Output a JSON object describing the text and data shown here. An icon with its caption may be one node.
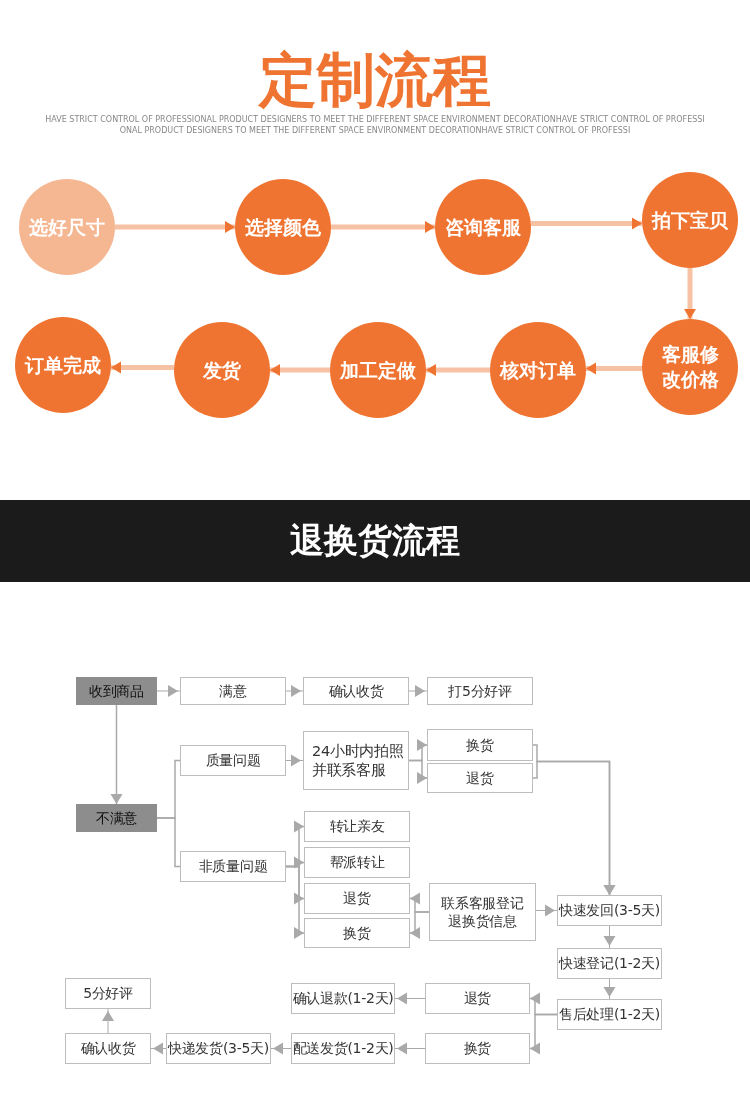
{
  "diagram": {
    "title": "定制流程",
    "nodes": [
      {
        "text": [
          "选好尺寸"
        ]
      },
      {
        "text": [
          "选择颜色"
        ]
      },
      {
        "text": [
          "咨询客服"
        ]
      },
      {
        "text": [
          "拍下宝贝"
        ]
      },
      {
        "text": [
          "客服修改价格"
        ]
      },
      {
        "text": [
          "核对订单"
        ]
      },
      {
        "text": [
          "加工定做"
        ]
      },
      {
        "text": [
          "发货"
        ]
      },
      {
        "text": [
          "订单完成"
        ]
      },
      {
        "text": [
          "收到商品"
        ]
      },
      {
        "text": [
          "满意"
        ]
      },
      {
        "text": [
          "确认收货"
        ]
      },
      {
        "text": [
          "打5分好评"
        ]
      },
      {
        "text": [
          "不满意"
        ]
      },
      {
        "text": [
          "质量问题"
        ]
      },
      {
        "text": [
          "非质量问题"
        ]
      },
      {
        "text": [
          "24小时内拍照并联系客服"
        ]
      },
      {
        "text": [
          "换货"
        ]
      },
      {
        "text": [
          "退货"
        ]
      },
      {
        "text": [
          "转让亲友"
        ]
      },
      {
        "text": [
          "帮派转让"
        ]
      },
      {
        "text": [
          "退货"
        ]
      },
      {
        "text": [
          "换货"
        ]
      },
      {
        "text": [
          "联系客服登记退换货信息"
        ]
      },
      {
        "text": [
          "快速发回(3-5天)"
        ]
      },
      {
        "text": [
          "快速登记(1-2天)"
        ]
      },
      {
        "text": [
          "售后处理(1-2天)"
        ]
      },
      {
        "text": [
          "退货"
        ]
      },
      {
        "text": [
          "换货"
        ]
      },
      {
        "text": [
          "确认退款(1-2天)"
        ]
      },
      {
        "text": [
          "配送发货(1-2天)"
        ]
      },
      {
        "text": [
          "快递发货(3-5天)"
        ]
      },
      {
        "text": [
          "确认收货"
        ]
      },
      {
        "text": [
          "5分好评"
        ]
      }
    ],
    "edges": [
      {
        "from": 0,
        "to": 1,
        "arrow": "to",
        "style": "thick",
        "color": "#f7c2a3"
      },
      {
        "from": 1,
        "to": 2,
        "arrow": "to",
        "style": "thick",
        "color": "#f7c2a3"
      },
      {
        "from": 2,
        "to": 3,
        "arrow": "to",
        "style": "thick",
        "color": "#f7c2a3"
      },
      {
        "from": 3,
        "to": 4,
        "arrow": "to",
        "style": "thick",
        "color": "#f7c2a3"
      },
      {
        "from": 4,
        "to": 5,
        "arrow": "to",
        "style": "thick",
        "color": "#f7c2a3"
      },
      {
        "from": 5,
        "to": 6,
        "arrow": "to",
        "style": "thick",
        "color": "#f7c2a3"
      },
      {
        "from": 6,
        "to": 7,
        "arrow": "to",
        "style": "thick",
        "color": "#f7c2a3"
      },
      {
        "from": 7,
        "to": 8,
        "arrow": "to",
        "style": "thick",
        "color": "#f7c2a3"
      },
      {
        "from": 9,
        "to": 10,
        "arrow": "to"
      },
      {
        "from": 10,
        "to": 11,
        "arrow": "to"
      },
      {
        "from": 11,
        "to": 12,
        "arrow": "to"
      },
      {
        "from": 9,
        "to": 13,
        "arrow": "to"
      },
      {
        "from": 13,
        "to": 14,
        "arrow": "none"
      },
      {
        "from": 13,
        "to": 15,
        "arrow": "none"
      },
      {
        "from": 14,
        "to": 16,
        "arrow": "to"
      },
      {
        "from": 16,
        "to": 17,
        "arrow": "to"
      },
      {
        "from": 16,
        "to": 18,
        "arrow": "to"
      },
      {
        "from": 17,
        "to": 24,
        "arrow": "to"
      },
      {
        "from": 18,
        "to": 24,
        "arrow": "to"
      },
      {
        "from": 15,
        "to": 19,
        "arrow": "to"
      },
      {
        "from": 15,
        "to": 20,
        "arrow": "to"
      },
      {
        "from": 15,
        "to": 21,
        "arrow": "to"
      },
      {
        "from": 15,
        "to": 22,
        "arrow": "to"
      },
      {
        "from": 23,
        "to": 21,
        "arrow": "to"
      },
      {
        "from": 23,
        "to": 22,
        "arrow": "to"
      },
      {
        "from": 23,
        "to": 24,
        "arrow": "to"
      },
      {
        "from": 24,
        "to": 25,
        "arrow": "to"
      },
      {
        "from": 25,
        "to": 26,
        "arrow": "to"
      },
      {
        "from": 26,
        "to": 27,
        "arrow": "to"
      },
      {
        "from": 26,
        "to": 28,
        "arrow": "to"
      },
      {
        "from": 27,
        "to": 29,
        "arrow": "to"
      },
      {
        "from": 28,
        "to": 30,
        "arrow": "to"
      },
      {
        "from": 30,
        "to": 31,
        "arrow": "to"
      },
      {
        "from": 31,
        "to": 32,
        "arrow": "to"
      },
      {
        "from": 32,
        "to": 33,
        "arrow": "to"
      }
    ],
    "labels": [
      "HAVE STRICT CONTROL OF PROFESSIONAL PRODUCT DESIGNERS TO MEET THE DIFFERENT SPACE ENVIRONMENT DECORATIONHAVE STRICT CONTROL OF PROFESSIONAL PRODUCT DESIGNERS TO MEET THE DIFFERENT SPACE ENVIRONMENT DECORATIONHAVE STRICT CONTROL OF PROFESSI",
      "退换货流程"
    ]
  }
}
